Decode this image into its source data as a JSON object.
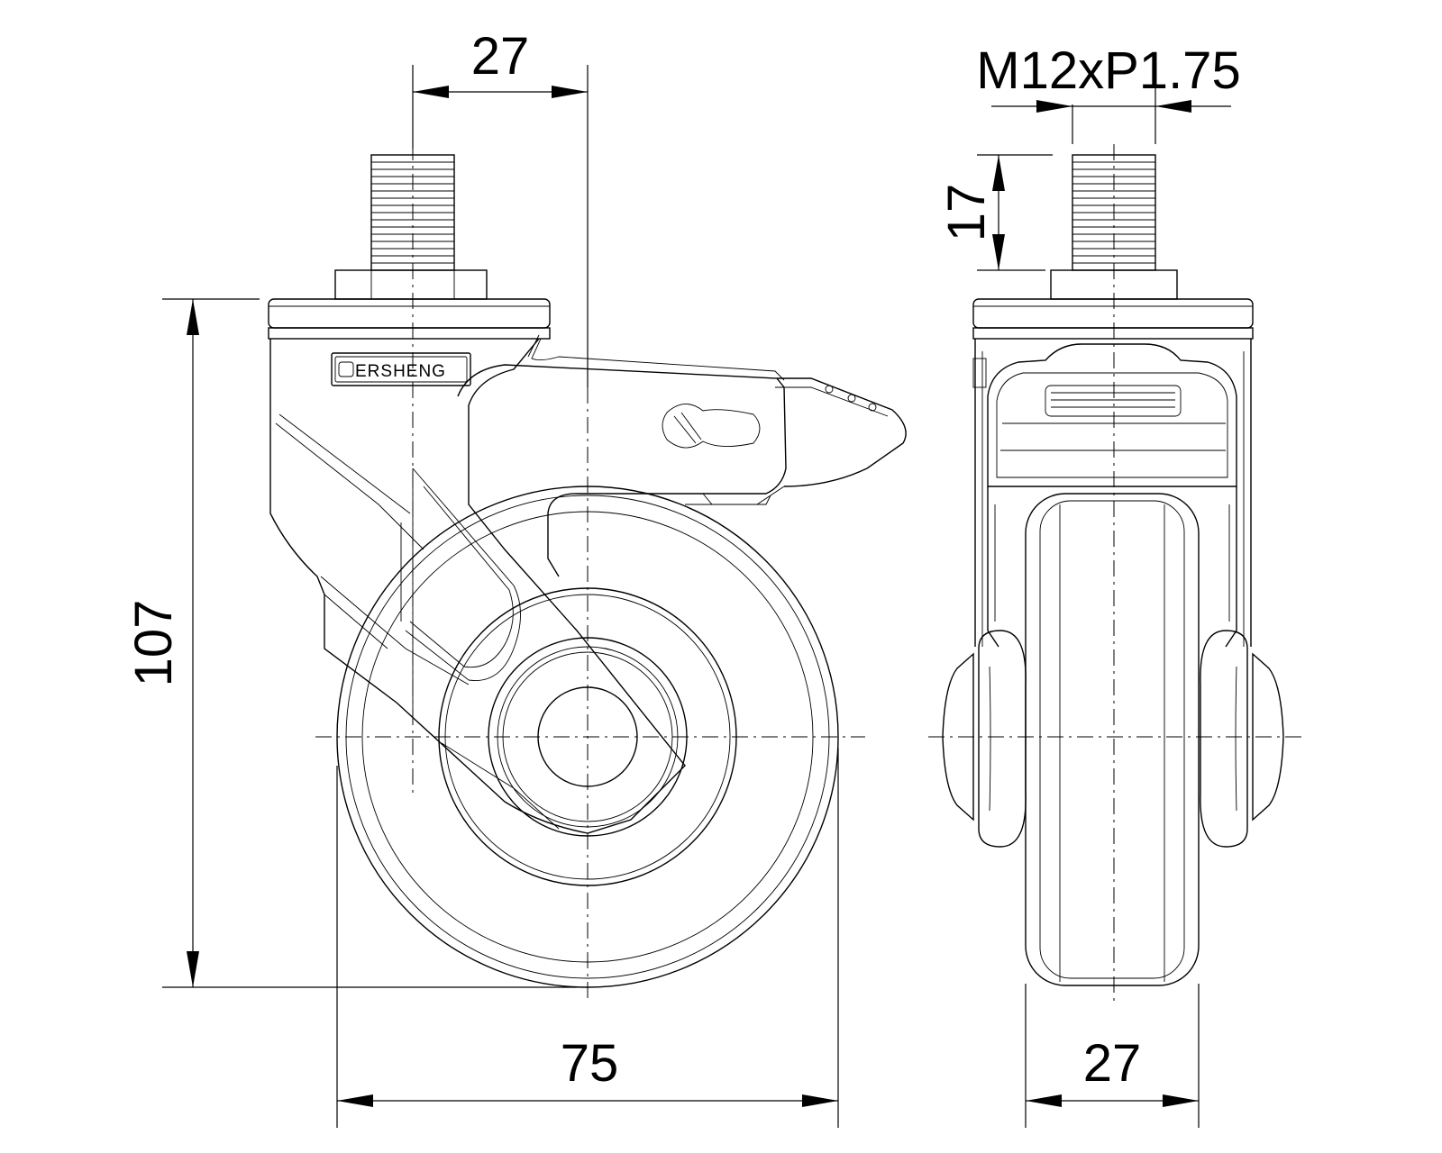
{
  "dimensions": {
    "stem_offset": "27",
    "thread_spec": "M12xP1.75",
    "thread_length": "17",
    "overall_height": "107",
    "wheel_diameter": "75",
    "wheel_width": "27"
  },
  "brand": {
    "name": "ERSHENG"
  }
}
